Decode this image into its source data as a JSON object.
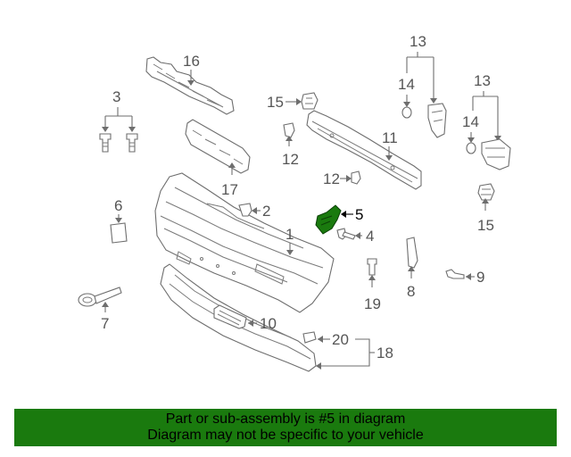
{
  "diagram": {
    "callouts": {
      "c1": "1",
      "c2": "2",
      "c3": "3",
      "c4": "4",
      "c5": "5",
      "c6": "6",
      "c7": "7",
      "c8": "8",
      "c9": "9",
      "c10": "10",
      "c11": "11",
      "c12a": "12",
      "c12b": "12",
      "c13a": "13",
      "c13b": "13",
      "c14a": "14",
      "c14b": "14",
      "c15a": "15",
      "c15b": "15",
      "c16": "16",
      "c17": "17",
      "c18": "18",
      "c19": "19",
      "c20": "20"
    },
    "highlight_color": "#1a7a0e"
  },
  "banner": {
    "line1": "Part or sub-assembly is #5 in diagram",
    "line2": "Diagram may not be specific to your vehicle",
    "background": "#1a7a0e"
  }
}
